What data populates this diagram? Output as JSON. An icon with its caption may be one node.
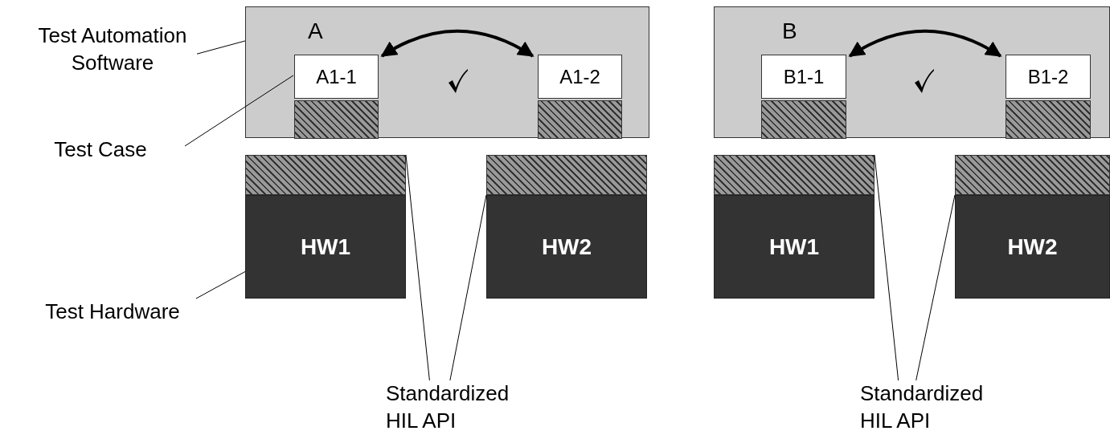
{
  "diagram": {
    "nodes": [
      {
        "text": [
          "Test Automation Software"
        ]
      },
      {
        "text": [
          "A"
        ]
      },
      {
        "text": [
          "A1-1"
        ],
        "in": 1
      },
      {
        "text": [],
        "shape": "bar",
        "in": 1
      },
      {
        "text": [
          "A1-2"
        ],
        "in": 1
      },
      {
        "text": [],
        "shape": "bar",
        "in": 1
      },
      {
        "text": [
          "B"
        ]
      },
      {
        "text": [
          "B1-1"
        ],
        "in": 6
      },
      {
        "text": [],
        "shape": "bar",
        "in": 6
      },
      {
        "text": [
          "B1-2"
        ],
        "in": 6
      },
      {
        "text": [],
        "shape": "bar",
        "in": 6
      },
      {
        "text": [
          "Test Case"
        ]
      },
      {
        "text": [],
        "shape": "bar"
      },
      {
        "text": [
          "HW1"
        ]
      },
      {
        "text": [],
        "shape": "bar"
      },
      {
        "text": [
          "HW2"
        ]
      },
      {
        "text": [],
        "shape": "bar"
      },
      {
        "text": [
          "HW1"
        ]
      },
      {
        "text": [],
        "shape": "bar"
      },
      {
        "text": [
          "HW2"
        ]
      },
      {
        "text": [
          "Test Hardware"
        ]
      },
      {
        "text": [
          "Standardized HIL API"
        ]
      },
      {
        "text": [
          "Standardized HIL API"
        ]
      }
    ],
    "edges": [
      {
        "from": 0,
        "to": 1,
        "arrow": "none"
      },
      {
        "from": 11,
        "to": 2,
        "arrow": "none"
      },
      {
        "from": 20,
        "to": 13,
        "arrow": "none"
      },
      {
        "from": 21,
        "to": 12,
        "arrow": "none"
      },
      {
        "from": 21,
        "to": 14,
        "arrow": "none"
      },
      {
        "from": 22,
        "to": 16,
        "arrow": "none"
      },
      {
        "from": 22,
        "to": 18,
        "arrow": "none"
      },
      {
        "from": 2,
        "to": 4,
        "arrow": "both",
        "style": "thick"
      },
      {
        "from": 7,
        "to": 9,
        "arrow": "both",
        "style": "thick"
      }
    ]
  }
}
